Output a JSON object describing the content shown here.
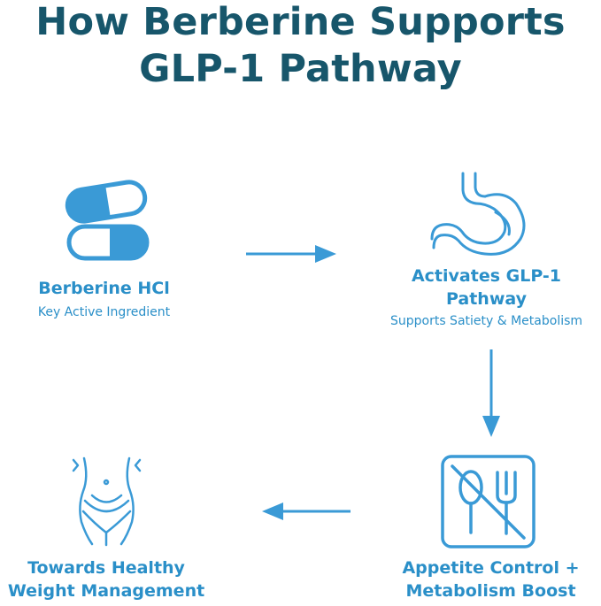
{
  "title": {
    "line1": "How Berberine Supports",
    "line2": "GLP-1 Pathway"
  },
  "colors": {
    "title": "#17566b",
    "accent": "#2a8fc8",
    "icon_stroke": "#3a9ad6"
  },
  "steps": [
    {
      "icon": "capsule-icon",
      "label": "Berberine HCl",
      "subtitle": "Key Active Ingredient"
    },
    {
      "icon": "stomach-icon",
      "label_line1": "Activates GLP-1",
      "label_line2": "Pathway",
      "subtitle": "Supports Satiety & Metabolism"
    },
    {
      "icon": "no-eating-icon",
      "label_line1": "Appetite Control +",
      "label_line2": "Metabolism Boost"
    },
    {
      "icon": "slim-waist-icon",
      "label_line1": "Towards Healthy",
      "label_line2": "Weight Management"
    }
  ],
  "arrows": [
    "right",
    "down",
    "left"
  ]
}
